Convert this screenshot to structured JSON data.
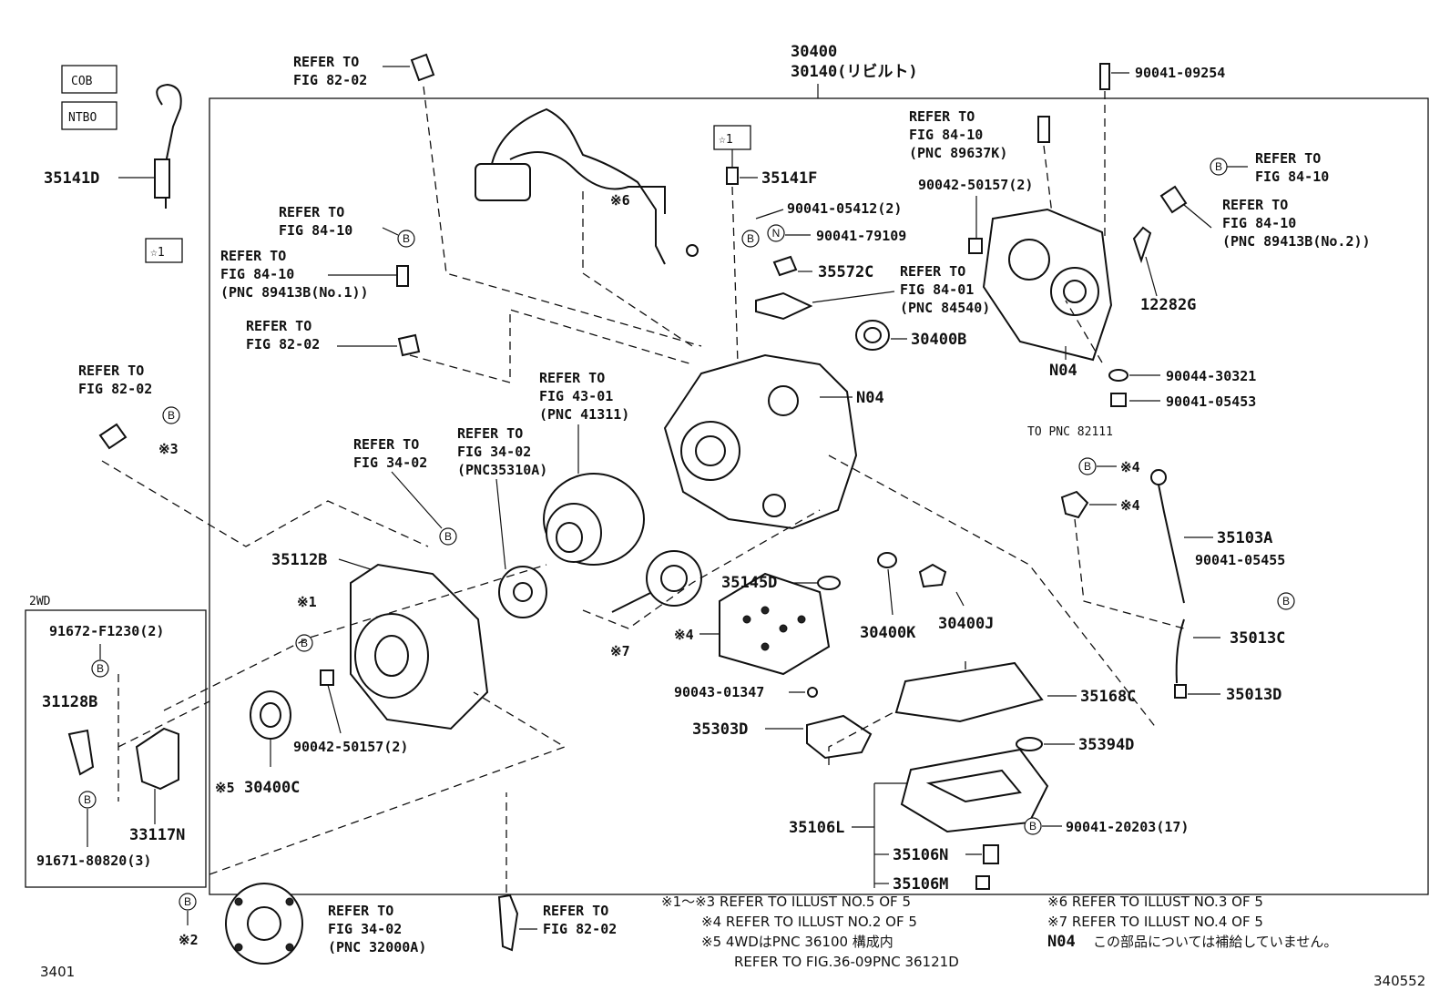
{
  "codes": {
    "cob": "COB",
    "ntbo": "NTBO"
  },
  "main": {
    "pn1": "30400",
    "pn2": "30140(リビルト)"
  },
  "parts": {
    "p35141D": "35141D",
    "star1_box": "☆1",
    "star1_top": "☆1",
    "p35141F": "35141F",
    "p90041_09254": "90041-09254",
    "p90041_05412": "90041-05412(2)",
    "p90041_79109": "90041-79109",
    "p35572C": "35572C",
    "p30400B": "30400B",
    "p90042_50157_top": "90042-50157(2)",
    "p12282G": "12282G",
    "n04_right": "N04",
    "n04_center": "N04",
    "p90044_30321": "90044-30321",
    "p90041_05453": "90041-05453",
    "to_pnc": "TO PNC 82111",
    "p35103A": "35103A",
    "p90041_05455": "90041-05455",
    "p35013C": "35013C",
    "p35013D": "35013D",
    "p35112B": "35112B",
    "p35145D": "35145D",
    "p30400K": "30400K",
    "p30400J": "30400J",
    "p90043_01347": "90043-01347",
    "p35303D": "35303D",
    "p35168C": "35168C",
    "p35394D": "35394D",
    "p35106L": "35106L",
    "p35106N": "35106N",
    "p35106M": "35106M",
    "p90041_20203": "90041-20203(17)",
    "p90042_50157_bot": "90042-50157(2)",
    "p30400C": "30400C",
    "mark5": "※5",
    "mark6": "※6",
    "mark3": "※3",
    "mark4a": "※4",
    "mark4b": "※4",
    "mark4c": "※4",
    "mark1": "※1",
    "mark7": "※7",
    "mark2": "※2"
  },
  "refs": {
    "r_fig8202_top_1": "REFER TO",
    "r_fig8202_top_2": "FIG 82-02",
    "r_fig8410_a_1": "REFER TO",
    "r_fig8410_a_2": "FIG 84-10",
    "r_fig8410_a_3": "(PNC 89637K)",
    "r_fig8410_b_1": "REFER TO",
    "r_fig8410_b_2": "FIG 84-10",
    "r_fig8410_c_1": "REFER TO",
    "r_fig8410_c_2": "FIG 84-10",
    "r_fig8410_c_3": "(PNC 89413B(No.2))",
    "r_fig8410_d_1": "REFER TO",
    "r_fig8410_d_2": "FIG 84-10",
    "r_fig8410_e_1": "REFER TO",
    "r_fig8410_e_2": "FIG 84-10",
    "r_fig8410_e_3": "(PNC 89413B(No.1))",
    "r_fig8202_b_1": "REFER TO",
    "r_fig8202_b_2": "FIG 82-02",
    "r_fig8401_1": "REFER TO",
    "r_fig8401_2": "FIG 84-01",
    "r_fig8401_3": "(PNC 84540)",
    "r_fig8202_c_1": "REFER TO",
    "r_fig8202_c_2": "FIG 82-02",
    "r_fig4301_1": "REFER TO",
    "r_fig4301_2": "FIG 43-01",
    "r_fig4301_3": "(PNC 41311)",
    "r_fig3402_a_1": "REFER TO",
    "r_fig3402_a_2": "FIG 34-02",
    "r_fig3402_b_1": "REFER TO",
    "r_fig3402_b_2": "FIG 34-02",
    "r_fig3402_b_3": "(PNC35310A)",
    "r_fig3402_c_1": "REFER TO",
    "r_fig3402_c_2": "FIG 34-02",
    "r_fig3402_c_3": "(PNC 32000A)",
    "r_fig8202_d_1": "REFER TO",
    "r_fig8202_d_2": "FIG 82-02"
  },
  "twowd": {
    "title": "2WD",
    "p1": "91672-F1230(2)",
    "p2": "31128B",
    "p3": "33117N",
    "p4": "91671-80820(3)",
    "mark_b": "Ⓑ"
  },
  "circle_letters": {
    "b": "B",
    "n": "N"
  },
  "notes": {
    "n1": "※1～※3 REFER TO ILLUST NO.5 OF 5",
    "n2": "※4 REFER TO ILLUST NO.2 OF 5",
    "n3": "※5 4WDはPNC 36100 構成内",
    "n4": "REFER TO FIG.36-09PNC 36121D",
    "n5": "※6 REFER TO ILLUST NO.3 OF 5",
    "n6": "※7 REFER TO ILLUST NO.4 OF 5",
    "n7_code": "N04",
    "n7": "この部品については補給していません。"
  },
  "footer": {
    "left": "3401",
    "right": "340552"
  }
}
